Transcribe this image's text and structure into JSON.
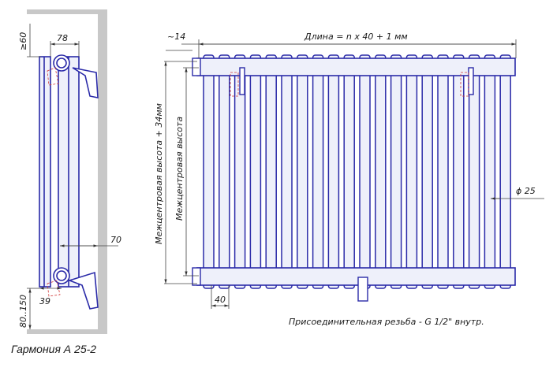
{
  "side_view": {
    "dim_top_gap": "≥60",
    "dim_width": "78",
    "dim_inner": "70",
    "dim_pipe": "39",
    "dim_bottom_gap": "80..150"
  },
  "front_view": {
    "dim_offset": "~14",
    "dim_length": "Длина = n x 40 + 1 мм",
    "dim_height_full": "Межцентровая высота + 34мм",
    "dim_height_center": "Межцентровая высота",
    "dim_section": "40",
    "dim_diameter": "ϕ 25",
    "thread_note": "Присоединительная резьба - G 1/2\" внутр."
  },
  "caption": "Гармония  А 25-2",
  "colors": {
    "outline": "#2a2aa8",
    "dim_line": "#444444",
    "wall": "#c8c8c8",
    "hidden": "#d23a3a"
  }
}
